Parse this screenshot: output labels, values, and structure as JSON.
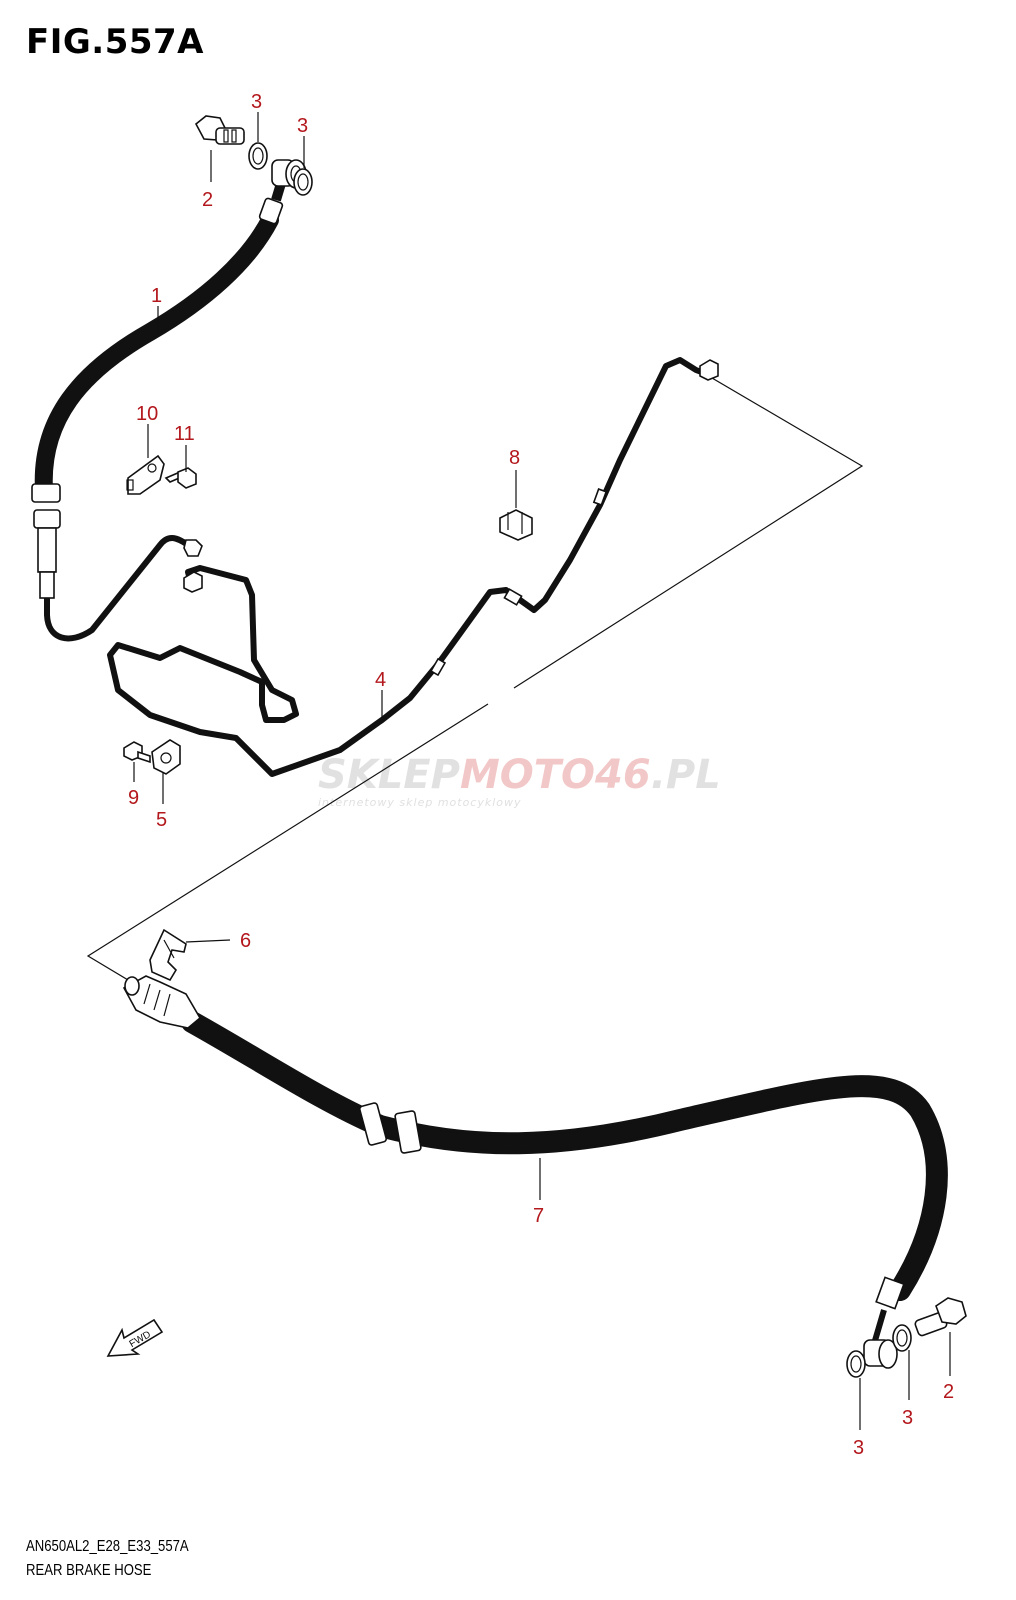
{
  "figure": {
    "title": "FIG.557A",
    "model_code": "AN650AL2_E28_E33_557A",
    "caption": "REAR BRAKE HOSE"
  },
  "callouts": [
    {
      "id": "c1",
      "text": "1"
    },
    {
      "id": "c2a",
      "text": "2"
    },
    {
      "id": "c3a",
      "text": "3"
    },
    {
      "id": "c3b",
      "text": "3"
    },
    {
      "id": "c10",
      "text": "10"
    },
    {
      "id": "c11",
      "text": "11"
    },
    {
      "id": "c8",
      "text": "8"
    },
    {
      "id": "c4",
      "text": "4"
    },
    {
      "id": "c9",
      "text": "9"
    },
    {
      "id": "c5",
      "text": "5"
    },
    {
      "id": "c6",
      "text": "6"
    },
    {
      "id": "c7",
      "text": "7"
    },
    {
      "id": "c3c",
      "text": "3"
    },
    {
      "id": "c3d",
      "text": "3"
    },
    {
      "id": "c2b",
      "text": "2"
    }
  ],
  "fwd_label": "FWD",
  "watermark": {
    "brand_part1": "SKLEP",
    "brand_part2": "MOTO",
    "brand_part3": "46",
    "brand_part4": ".PL",
    "tagline": "internetowy sklep motocyklowy"
  },
  "colors": {
    "callout": "#b3181d",
    "line": "#111111",
    "watermark_gray": "#c9c9c9",
    "watermark_red": "#e89a9a"
  }
}
